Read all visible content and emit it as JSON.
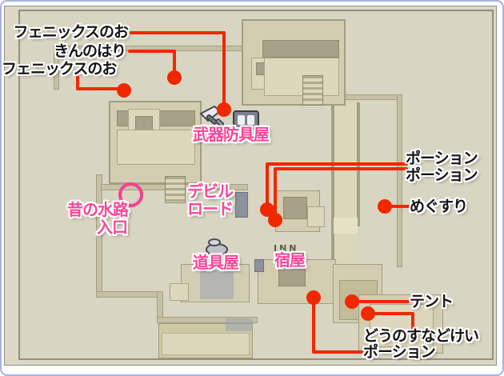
{
  "labels": {
    "phoenix1": "フェニックスのお",
    "kinnohari": "きんのはり",
    "phoenix2": "フェニックスのお",
    "weapon_shop": "武器防具屋",
    "potion1": "ポーション",
    "potion2": "ポーション",
    "megusuri": "めぐすり",
    "devil_road_line1": "デビル",
    "devil_road_line2": "ロード",
    "old_waterway_line1": "昔の水路",
    "old_waterway_line2": "入口",
    "item_shop": "道具屋",
    "inn": "宿屋",
    "tent": "テント",
    "copper_hourglass": "どうのすなどけい",
    "potion3": "ポーション",
    "inn_sign": "INN"
  },
  "colors": {
    "annotation_red": "#f02800",
    "label_pink": "#fa4696",
    "circle_pink": "#f5418c",
    "label_black": "#141414",
    "map_beige": "#d8d5c2",
    "frame_blue": "#a9b1dd"
  }
}
